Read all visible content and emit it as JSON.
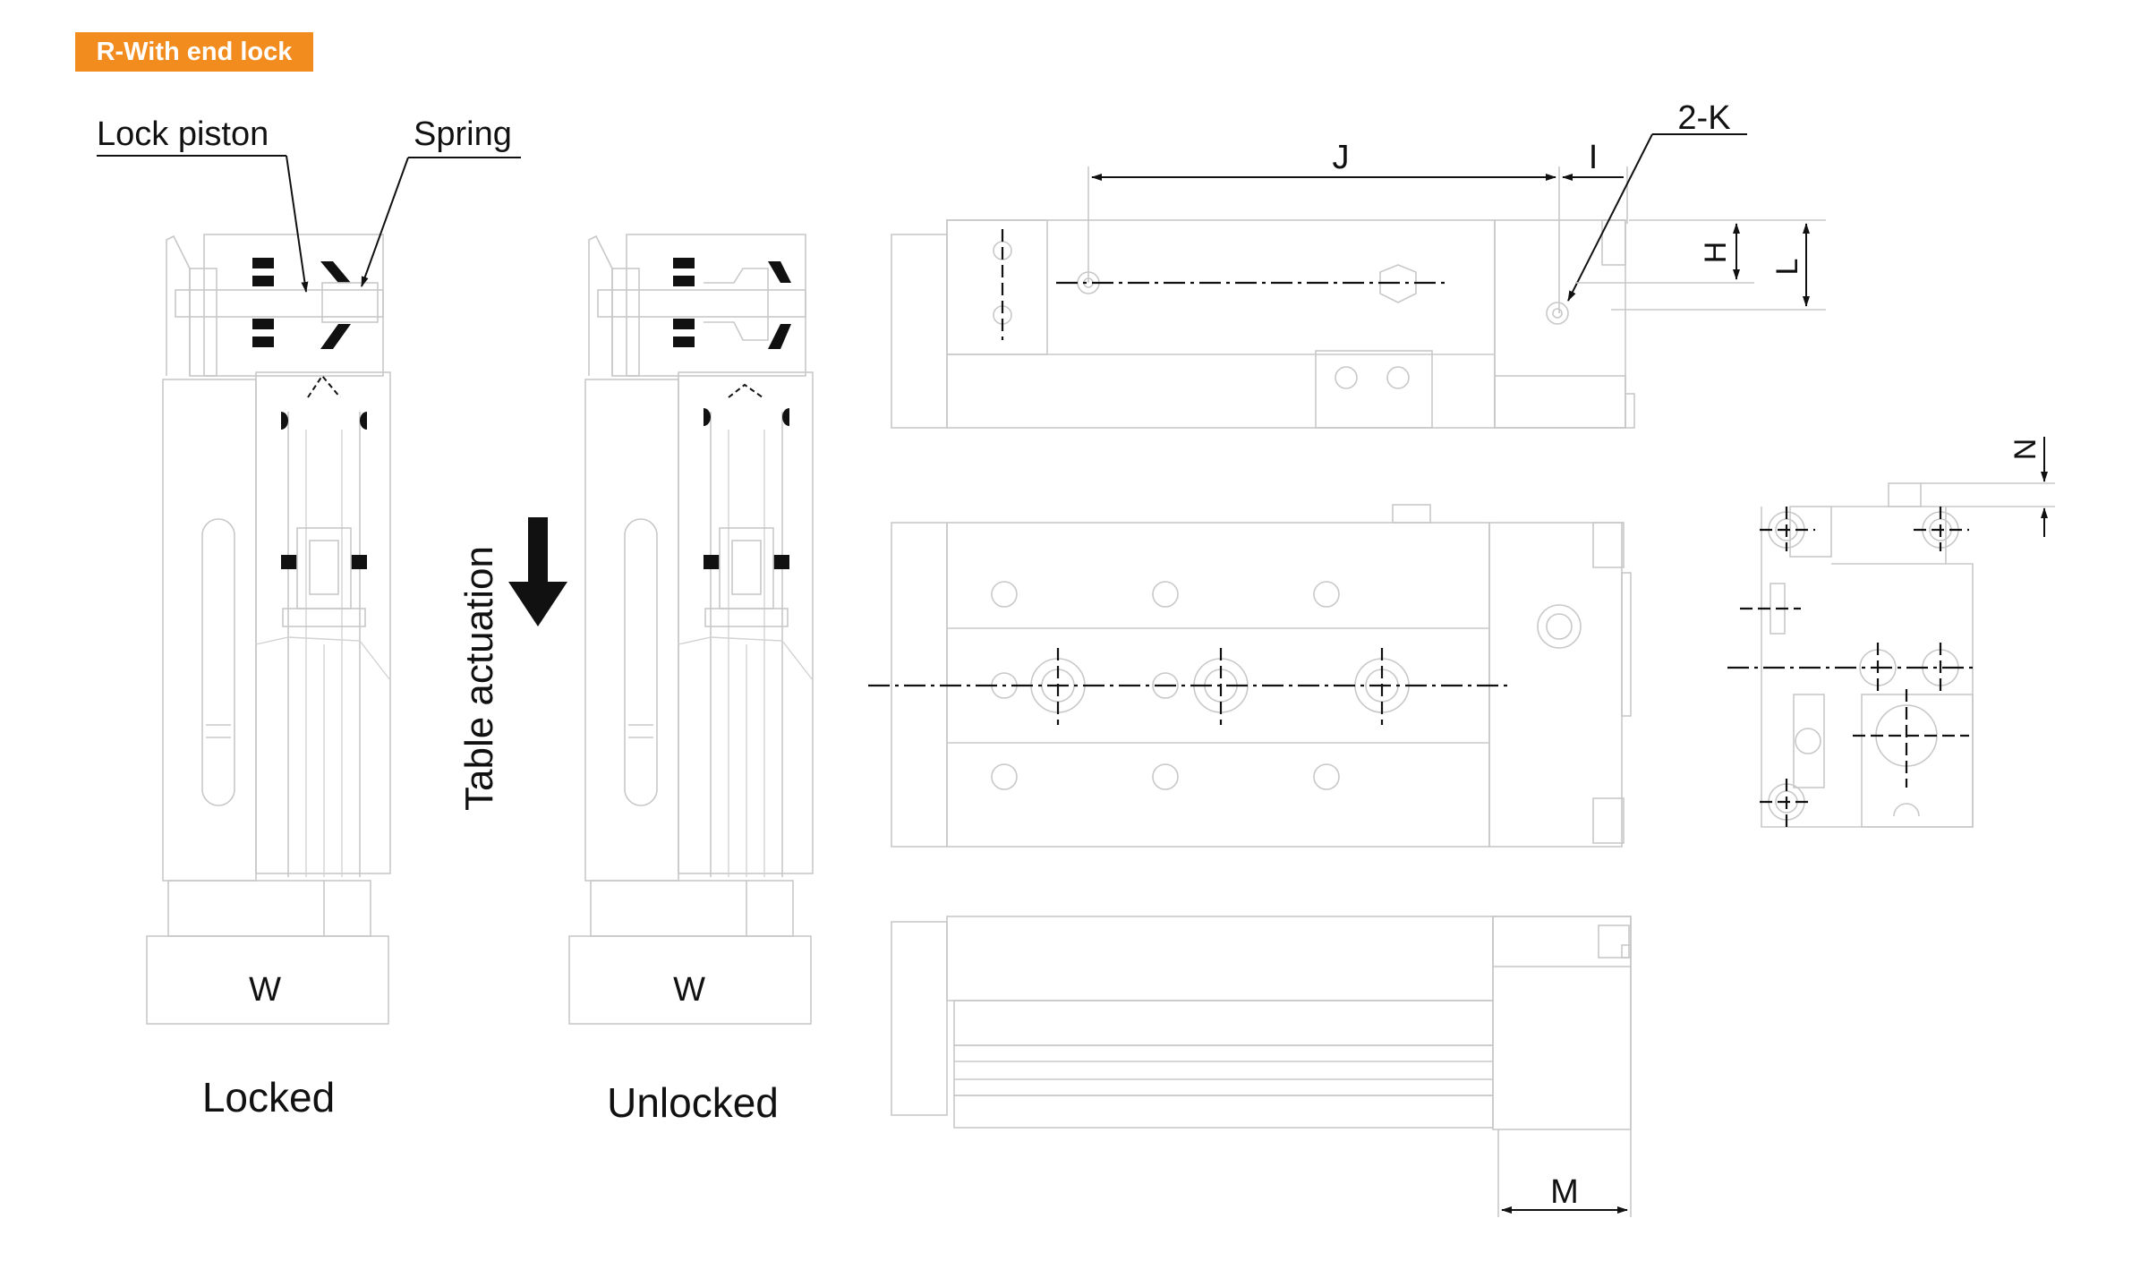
{
  "header": {
    "badge_label": "R-With end lock"
  },
  "callouts": {
    "lock_piston": "Lock piston",
    "spring": "Spring",
    "table_actuation": "Table actuation"
  },
  "states": {
    "locked": {
      "label": "Locked",
      "load_label": "W"
    },
    "unlocked": {
      "label": "Unlocked",
      "load_label": "W"
    }
  },
  "dimensions": {
    "J": "J",
    "I": "I",
    "two_k": "2-K",
    "H": "H",
    "L": "L",
    "N": "N",
    "M": "M"
  },
  "colors": {
    "badge": "#f28c1e",
    "line": "#c8c8c8",
    "ink": "#111111"
  }
}
